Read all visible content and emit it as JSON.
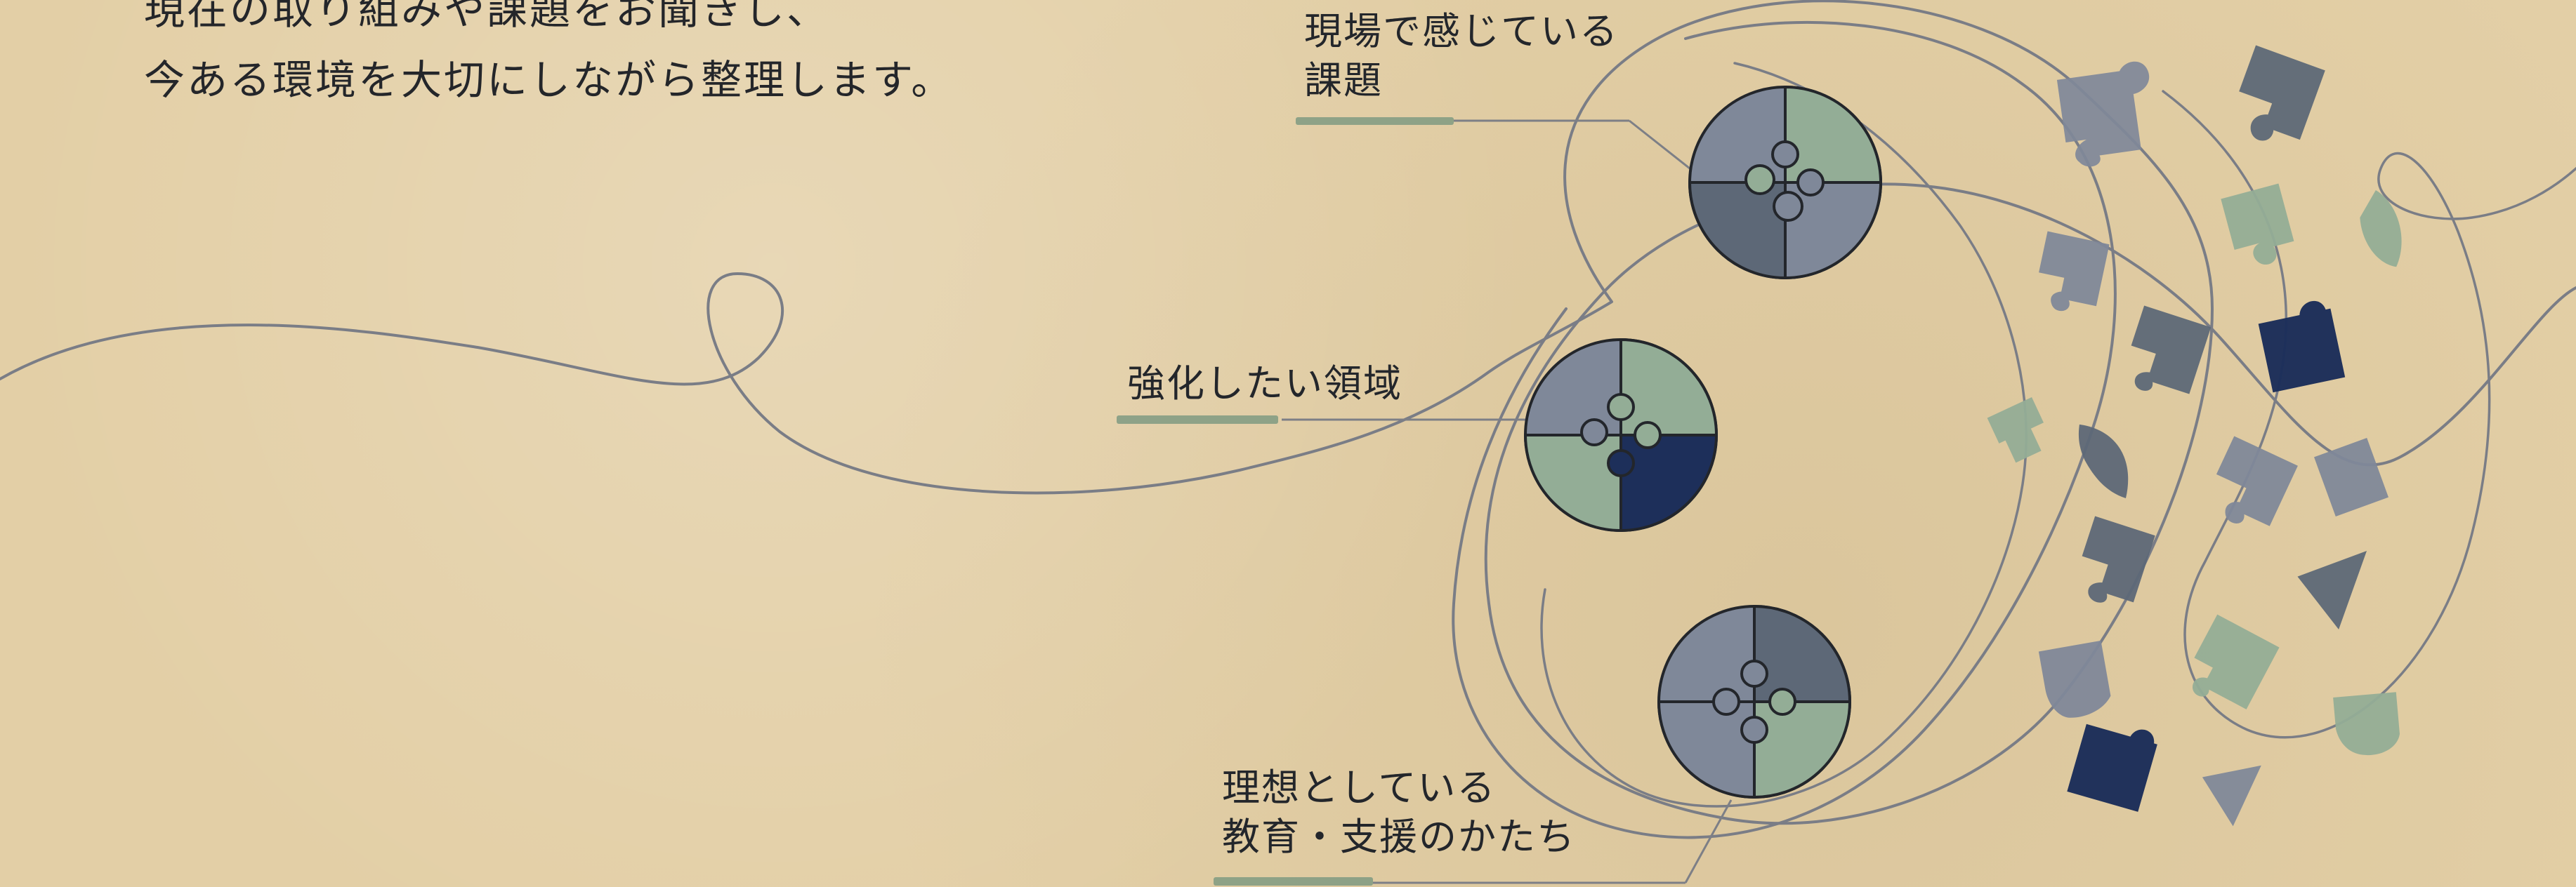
{
  "intro": {
    "line1": "現在の取り組みや課題をお聞きし、",
    "line2": "今ある環境を大切にしながら整理します。"
  },
  "labels": {
    "challenges_line1": "現場で感じている",
    "challenges_line2": "課題",
    "strengthen": "強化したい領域",
    "ideal_line1": "理想としている",
    "ideal_line2": "教育・支援のかたち"
  },
  "palette": {
    "background": "#e3cfa6",
    "slate": "#7f8899",
    "sage": "#93ad96",
    "deep_slate": "#5d6877",
    "navy": "#1d2f5a",
    "line": "#7a7d86"
  }
}
